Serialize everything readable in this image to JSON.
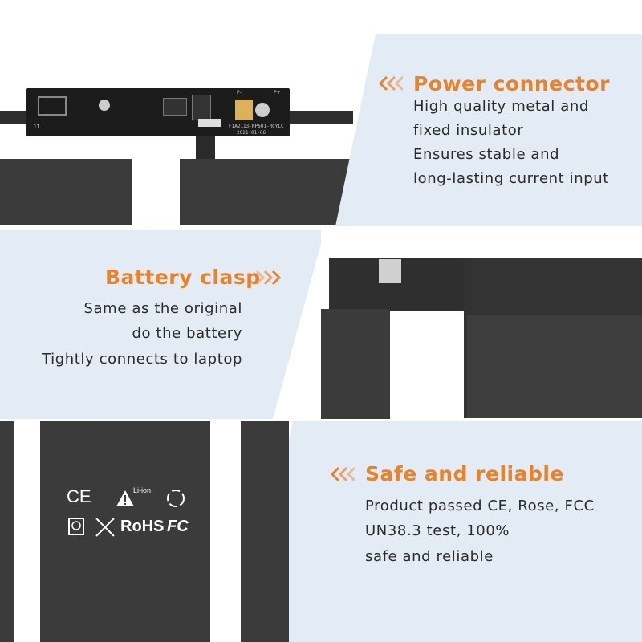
{
  "colors": {
    "accent": "#e8832a",
    "panel_bg": "#e3ebf4",
    "battery_cell": "#3b3b3b",
    "pcb": "#1c1c1c",
    "text": "#2b2b2b"
  },
  "features": [
    {
      "title": "Power connector",
      "lines": [
        "High quality metal and",
        "fixed insulator",
        "Ensures stable and",
        "long-lasting current input"
      ],
      "icon": "double-chevron-left-icon"
    },
    {
      "title": "Battery clasp",
      "lines": [
        "Same as the original",
        "do the battery",
        "Tightly connects to laptop"
      ],
      "icon": "double-chevron-right-icon"
    },
    {
      "title": "Safe and reliable",
      "lines": [
        "Product passed CE, Rose, FCC",
        "UN38.3 test, 100%",
        "safe and reliable"
      ],
      "icon": "double-chevron-left-icon"
    }
  ],
  "pcb": {
    "label_j1": "J1",
    "label_code": "F1A2113-NP601-RCYLC",
    "label_date": "2021-01-06",
    "label_pminus": "P-",
    "label_pplus": "P+"
  },
  "certifications": {
    "ce": "CE",
    "liion": "Li-ion",
    "rohs": "RoHS",
    "fc": "FC"
  }
}
